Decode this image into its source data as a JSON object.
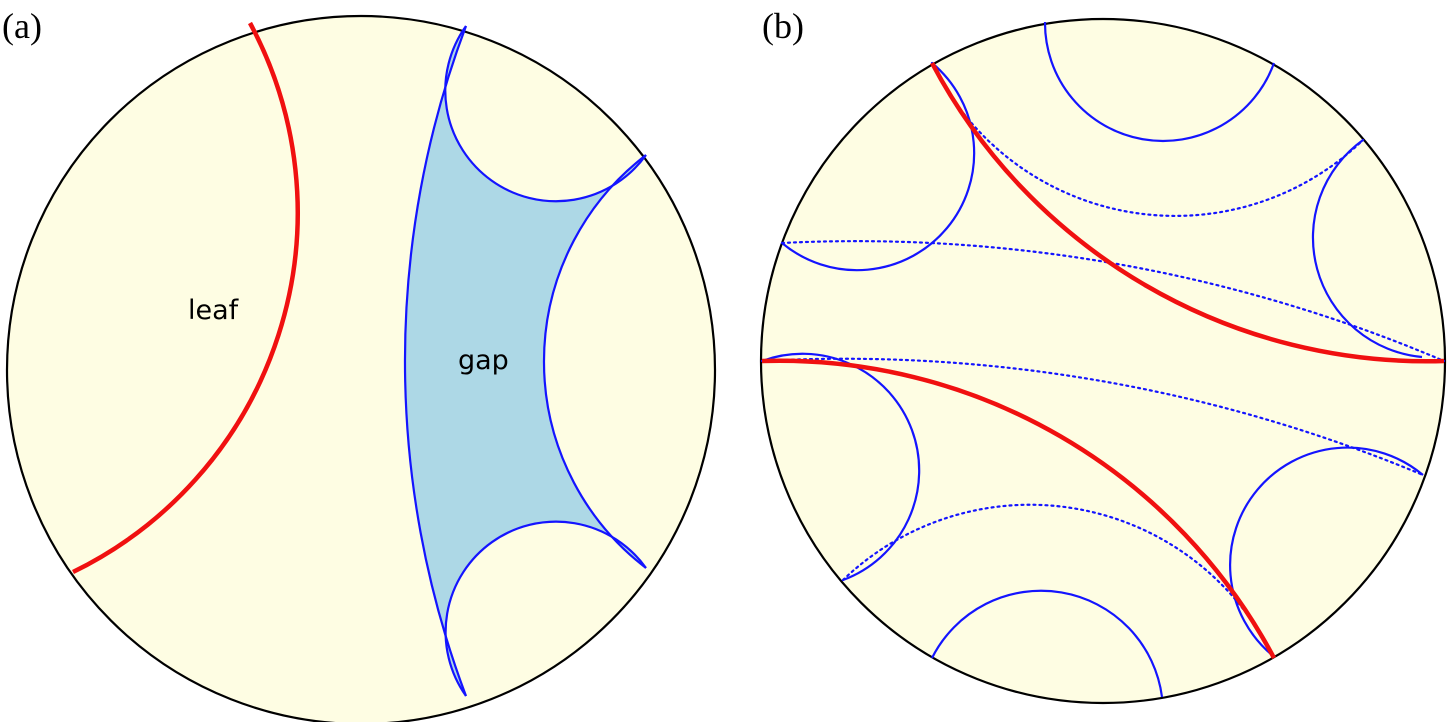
{
  "panels": [
    {
      "label": "(a)",
      "leaf_label": "leaf",
      "gap_label": "gap"
    },
    {
      "label": "(b)"
    }
  ],
  "colors": {
    "disk_fill": "#fefde3",
    "disk_stroke": "#000000",
    "leaf": "#f01010",
    "lamination_geodesic": "#1414ff",
    "gap_fill": "#add8e6"
  }
}
